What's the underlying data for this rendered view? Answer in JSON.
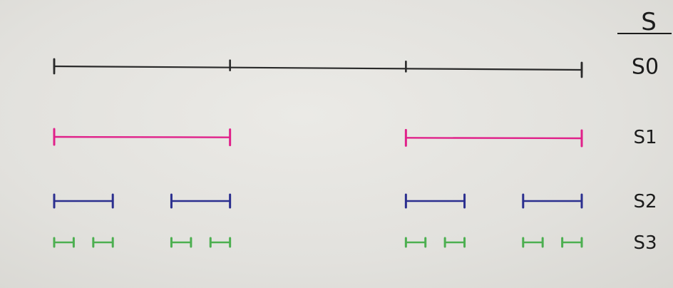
{
  "header": {
    "label": "S"
  },
  "levels": [
    {
      "label": "S0",
      "color": "#2a2a2a",
      "ticks": [
        0,
        0.3333,
        0.6667,
        1
      ],
      "segments": [
        [
          0,
          1
        ]
      ]
    },
    {
      "label": "S1",
      "color": "#e0218a",
      "ticks": [],
      "segments": [
        [
          0,
          0.3333
        ],
        [
          0.6667,
          1
        ]
      ]
    },
    {
      "label": "S2",
      "color": "#2b2f8f",
      "ticks": [],
      "segments": [
        [
          0,
          0.1111
        ],
        [
          0.2222,
          0.3333
        ],
        [
          0.6667,
          0.7778
        ],
        [
          0.8889,
          1
        ]
      ]
    },
    {
      "label": "S3",
      "color": "#4caf50",
      "ticks": [],
      "segments": [
        [
          0,
          0.037
        ],
        [
          0.0741,
          0.1111
        ],
        [
          0.2222,
          0.2593
        ],
        [
          0.2963,
          0.3333
        ],
        [
          0.6667,
          0.7037
        ],
        [
          0.7407,
          0.7778
        ],
        [
          0.8889,
          0.9259
        ],
        [
          0.963,
          1
        ]
      ]
    }
  ]
}
